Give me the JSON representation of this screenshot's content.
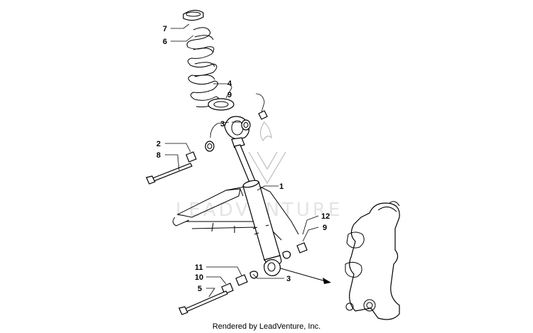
{
  "watermark": "LEADVENTURE",
  "caption": "Rendered by LeadVenture, Inc.",
  "callouts": {
    "c1": "1",
    "c2": "2",
    "c3a": "3",
    "c3b": "3",
    "c4": "4",
    "c5": "5",
    "c6": "6",
    "c7": "7",
    "c8": "8",
    "c9a": "9",
    "c9b": "9",
    "c10": "10",
    "c11": "11",
    "c12": "12"
  }
}
